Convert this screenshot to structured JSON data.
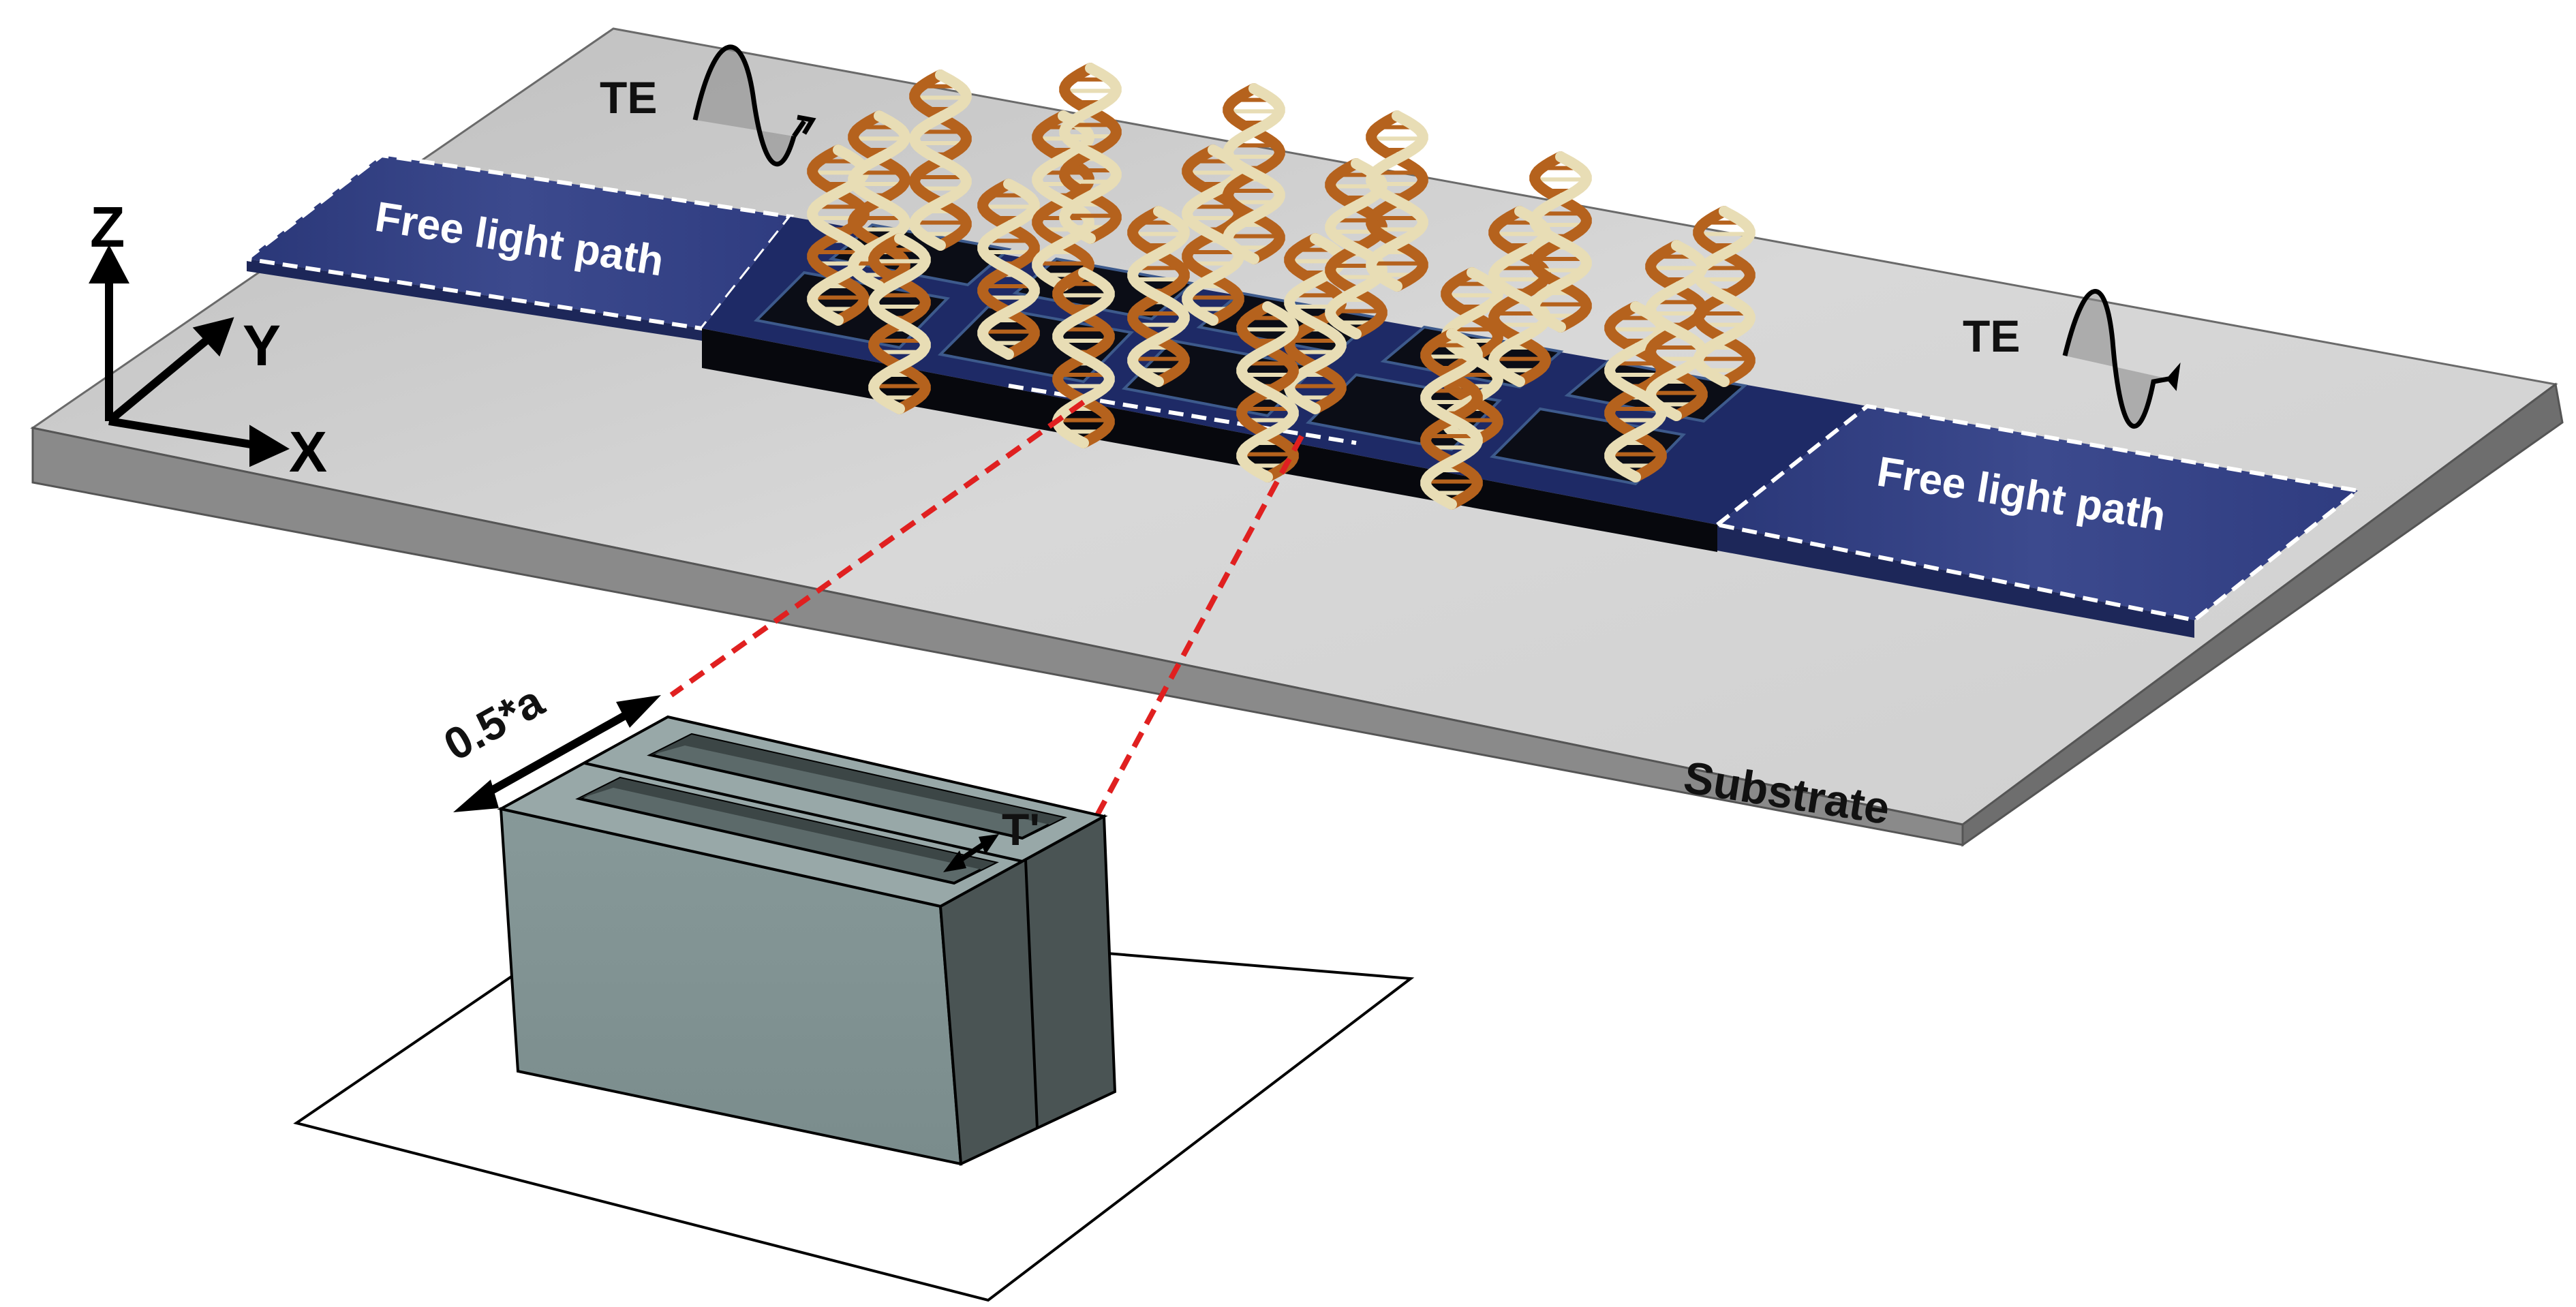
{
  "labels": {
    "free_light_path_left": "Free light path",
    "free_light_path_right": "Free light path",
    "te_left": "TE",
    "te_right": "TE",
    "substrate": "Substrate",
    "period_dim": "0.5*a",
    "thickness_dim": "T'"
  },
  "axes": {
    "z": "Z",
    "y": "Y",
    "x": "X"
  },
  "colors": {
    "waveguide": "#2e3a7c",
    "grating_dark": "#0b0d16",
    "substrate_top": "#d3d3d3",
    "substrate_side": "#8c8c8c",
    "zoom_line": "#e02020",
    "unit_cell": "#7f9191",
    "dna_orange": "#b5621d",
    "dna_cream": "#e8ddb5"
  },
  "icons": [
    "dna-helix-icon",
    "te-wave-icon"
  ]
}
